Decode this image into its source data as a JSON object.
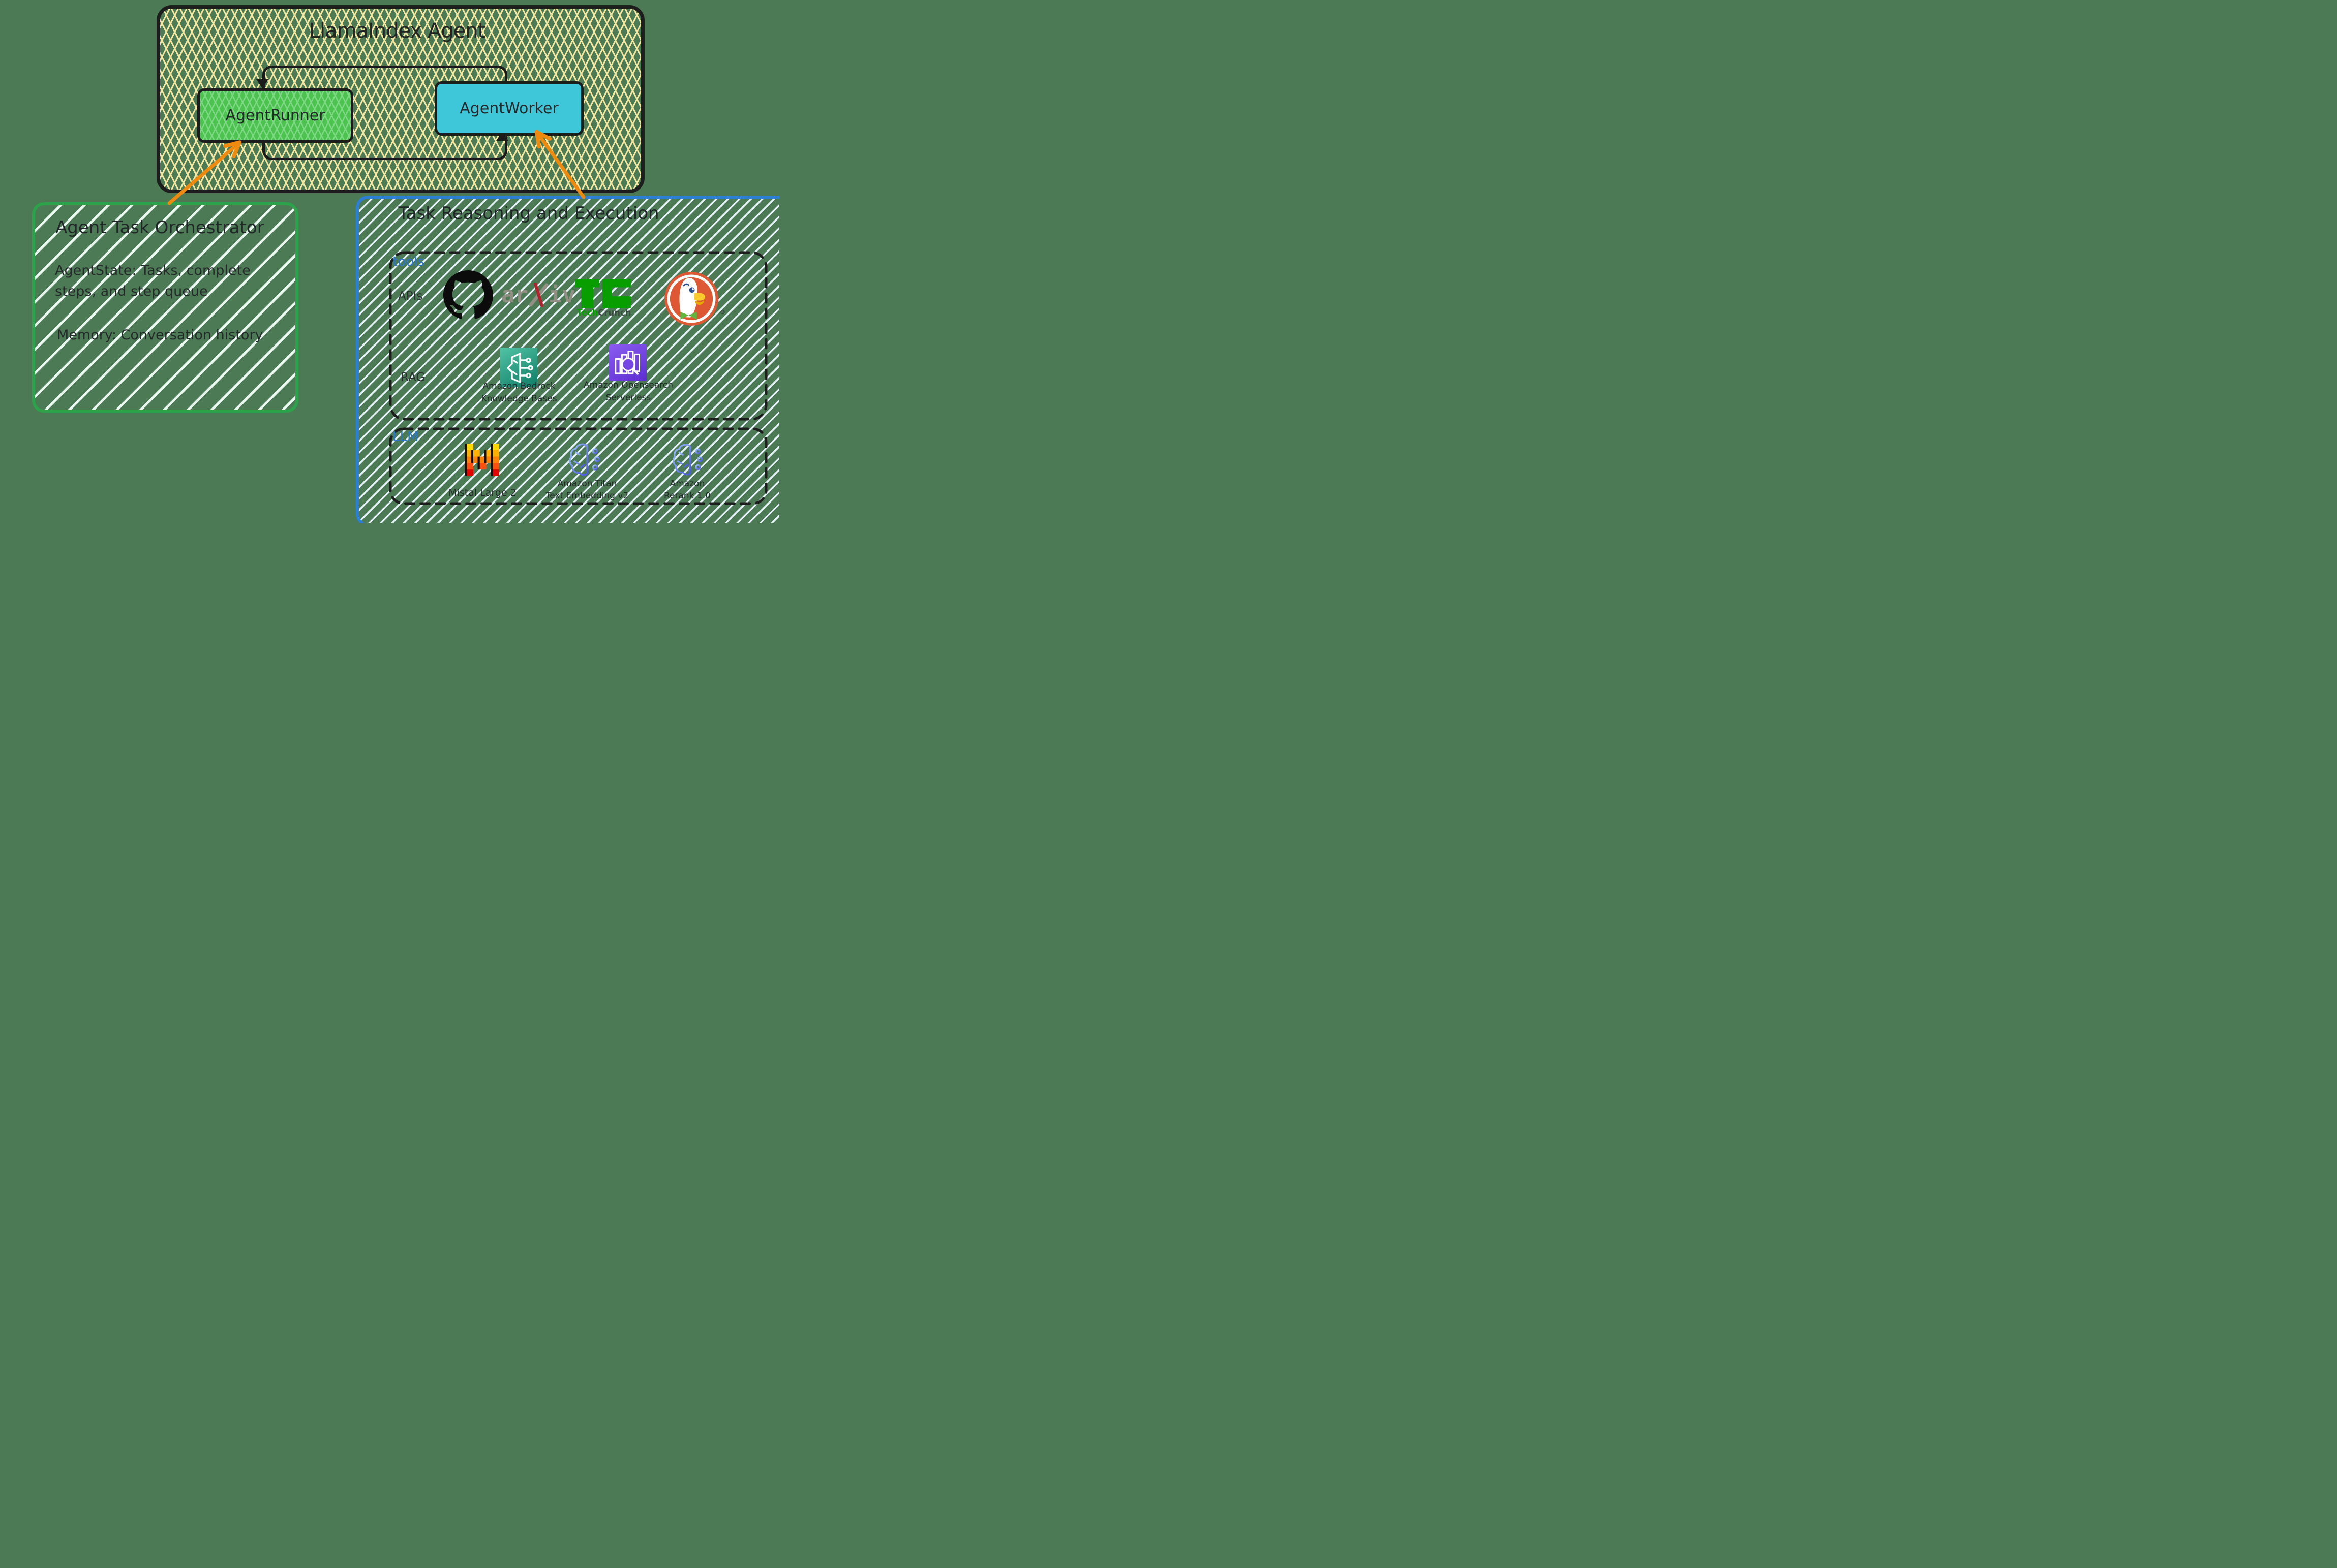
{
  "colors": {
    "page_background": "#4b7a54",
    "ink_black": "#1d1d1d",
    "hatch_cream": "#f3e6a0",
    "runner_green": "#4cc24f",
    "runner_hatch_light_green": "#7ed886",
    "worker_cyan": "#3ec7d8",
    "orchestrator_border_green": "#2ca24b",
    "execution_border_blue": "#2b7fd4",
    "section_label_blue": "#2b76cc",
    "arrow_orange": "#ee8b0f",
    "orchestrator_hatch_white": "#ebf8f2",
    "execution_hatch_white": "#e6f1fa",
    "techcrunch_green": "#089e00",
    "arxiv_grey": "#918f84",
    "arxiv_red": "#b3232e",
    "duckduckgo_orange": "#de5833",
    "mistral_palette": [
      "#ffd800",
      "#ffaf00",
      "#ff8205",
      "#fa500f",
      "#e10500"
    ]
  },
  "llamaindex_box": {
    "title": "LlamaIndex Agent",
    "agent_runner": "AgentRunner",
    "agent_worker": "AgentWorker"
  },
  "orchestrator_box": {
    "title": "Agent Task Orchestrator",
    "agentstate_line1": "AgentState: Tasks, complete",
    "agentstate_line2": "steps, and step queue",
    "memory_line": "Memory: Conversation history"
  },
  "execution_box": {
    "title": "Task Reasoning and Execution",
    "tools_group": {
      "label": "tools",
      "apis_row": {
        "label": "APIs",
        "arxiv_prefix": "ar",
        "arxiv_suffix": "iv",
        "techcrunch_tech": "Tech",
        "techcrunch_crunch": "Crunch",
        "ddg_registered_mark": "®"
      },
      "rag_row": {
        "label": "RAG",
        "bedrock_caption_line1": "Amazon Bedrock",
        "bedrock_caption_line2": "Knowledge Bases",
        "opensearch_caption_line1": "Amazon Opensearch",
        "opensearch_caption_line2": "Serverless"
      }
    },
    "llm_group": {
      "label": "LLM",
      "mistral_caption": "Mistal Large 2",
      "titan_caption_line1": "Amazon Titan",
      "titan_caption_line2": "Text Embedding v2",
      "rerank_caption_line1": "Amazon",
      "rerank_caption_line2": "Rerank 1.0"
    }
  },
  "icons": {
    "github": "github-octocat-icon",
    "arxiv_x": "arxiv-chi-icon",
    "techcrunch": "techcrunch-tc-icon",
    "duckduckgo": "duckduckgo-duck-icon",
    "bedrock": "amazon-bedrock-knowledge-bases-icon",
    "opensearch": "amazon-opensearch-serverless-icon",
    "mistral": "mistral-m-icon",
    "titan": "amazon-titan-embedding-icon",
    "rerank": "amazon-rerank-icon"
  }
}
